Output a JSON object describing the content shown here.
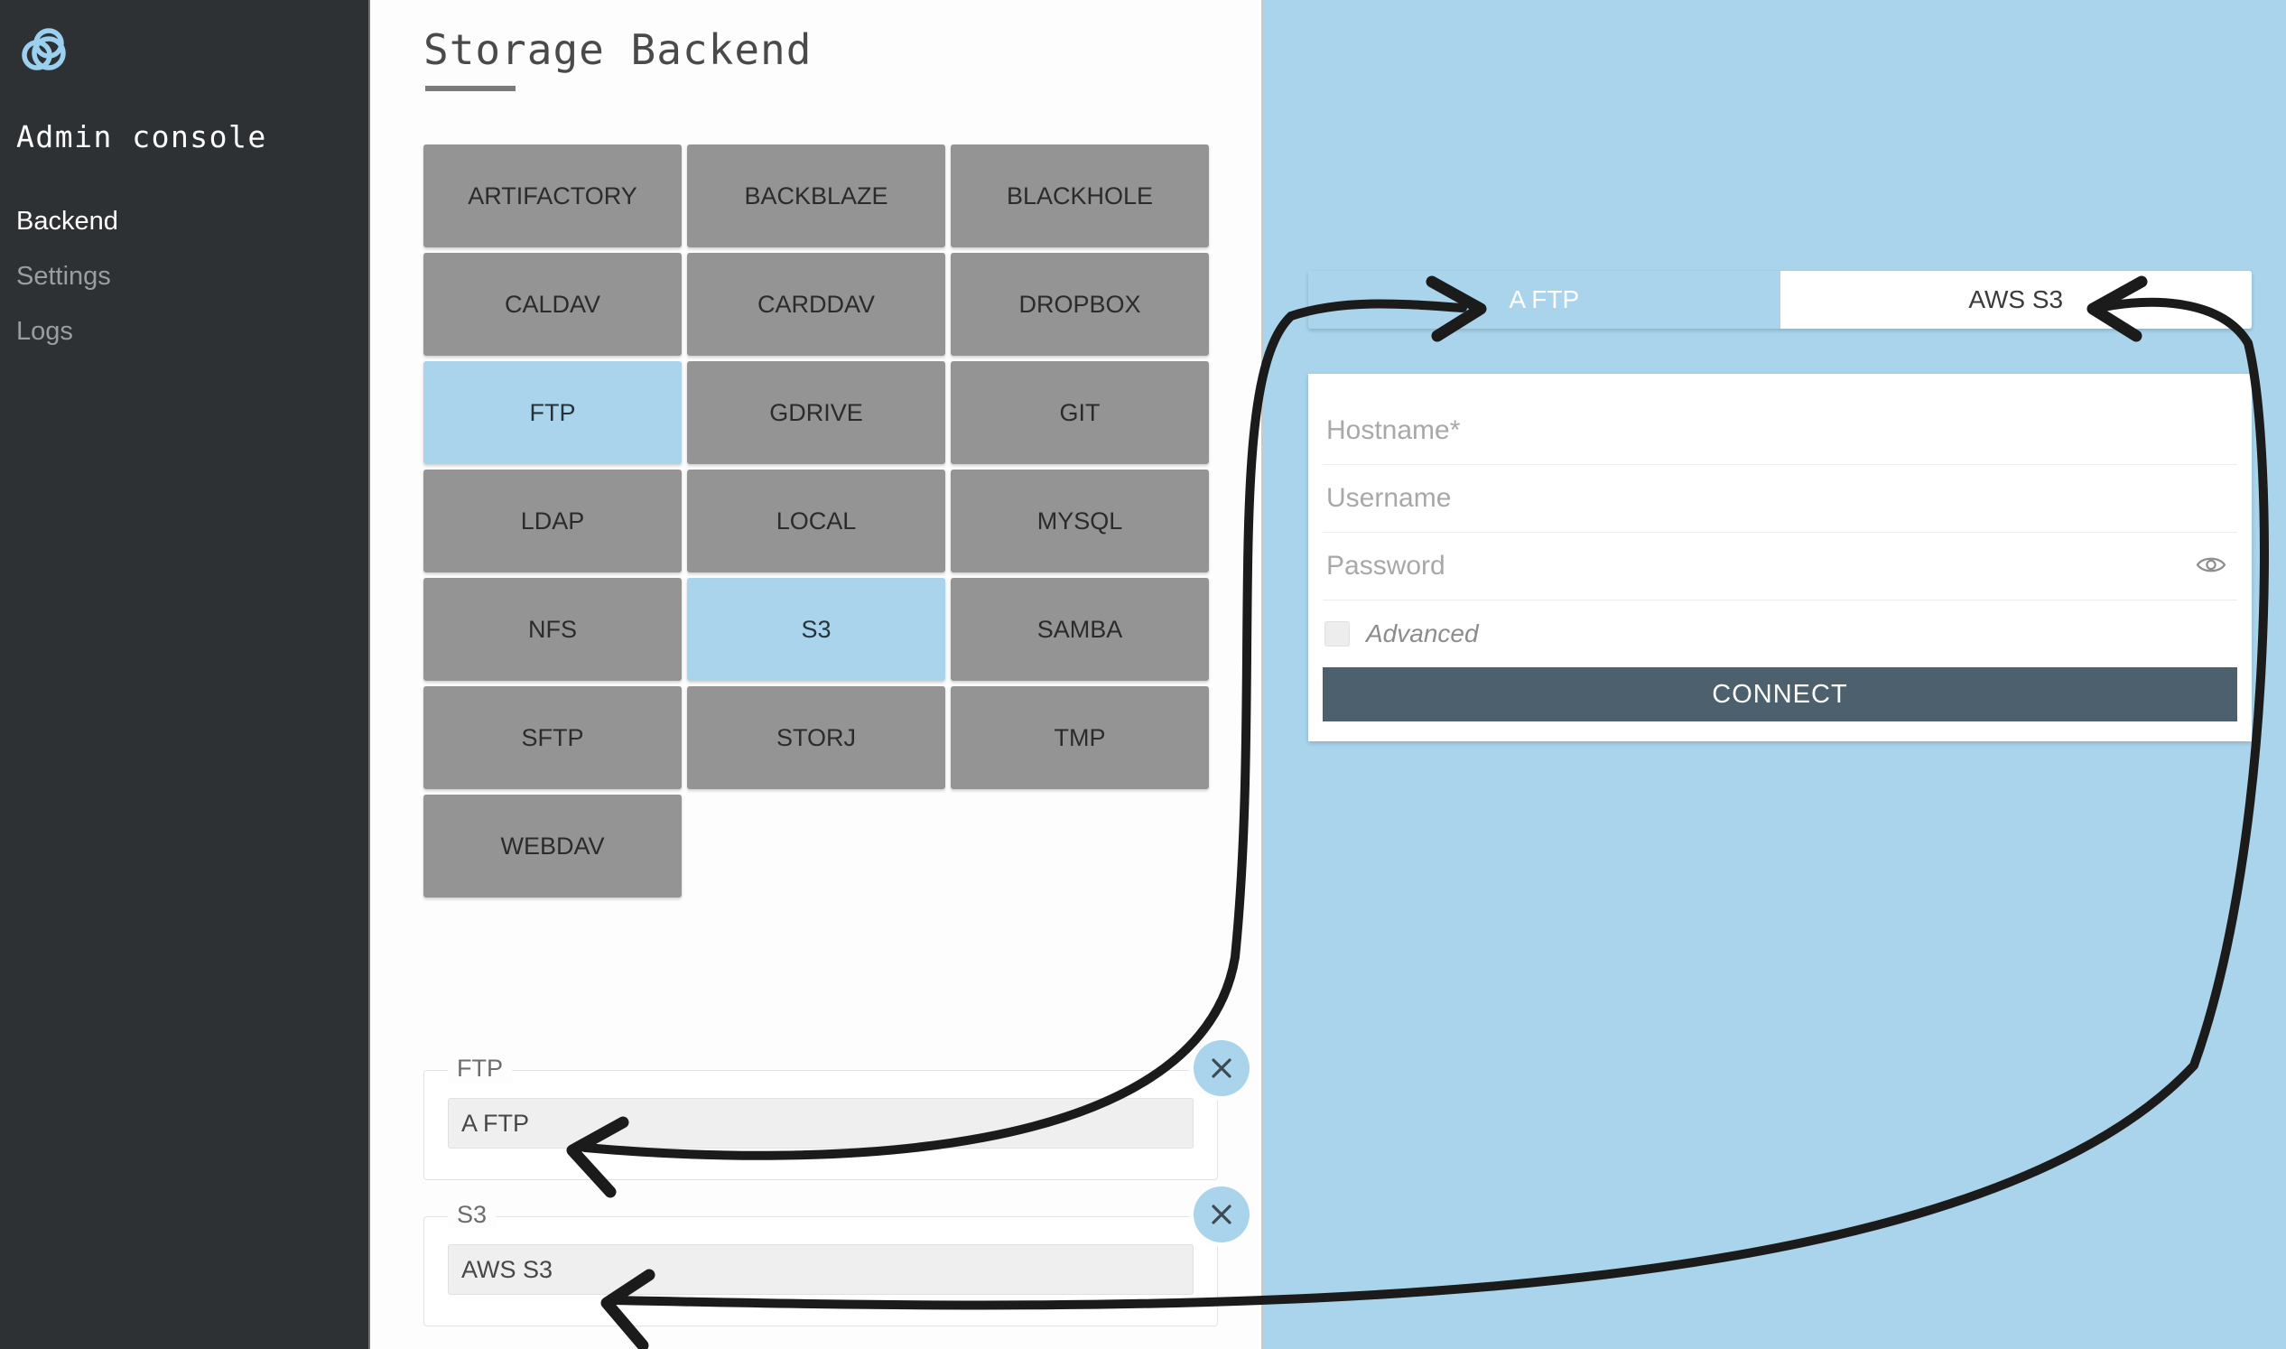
{
  "sidebar": {
    "logo_icon": "cloud-icon",
    "brand": "Admin console",
    "items": [
      {
        "label": "Backend",
        "active": true
      },
      {
        "label": "Settings",
        "active": false
      },
      {
        "label": "Logs",
        "active": false
      }
    ]
  },
  "main": {
    "title": "Storage Backend",
    "tiles": [
      {
        "label": "ARTIFACTORY",
        "selected": false
      },
      {
        "label": "BACKBLAZE",
        "selected": false
      },
      {
        "label": "BLACKHOLE",
        "selected": false
      },
      {
        "label": "CALDAV",
        "selected": false
      },
      {
        "label": "CARDDAV",
        "selected": false
      },
      {
        "label": "DROPBOX",
        "selected": false
      },
      {
        "label": "FTP",
        "selected": true
      },
      {
        "label": "GDRIVE",
        "selected": false
      },
      {
        "label": "GIT",
        "selected": false
      },
      {
        "label": "LDAP",
        "selected": false
      },
      {
        "label": "LOCAL",
        "selected": false
      },
      {
        "label": "MYSQL",
        "selected": false
      },
      {
        "label": "NFS",
        "selected": false
      },
      {
        "label": "S3",
        "selected": true
      },
      {
        "label": "SAMBA",
        "selected": false
      },
      {
        "label": "SFTP",
        "selected": false
      },
      {
        "label": "STORJ",
        "selected": false
      },
      {
        "label": "TMP",
        "selected": false
      },
      {
        "label": "WEBDAV",
        "selected": false
      }
    ],
    "fieldsets": [
      {
        "legend": "FTP",
        "value": "A FTP",
        "close_icon": "close-icon"
      },
      {
        "legend": "S3",
        "value": "AWS S3",
        "close_icon": "close-icon"
      }
    ]
  },
  "panel": {
    "tabs": [
      {
        "label": "A FTP",
        "active": true
      },
      {
        "label": "AWS S3",
        "active": false
      }
    ],
    "form": {
      "hostname": {
        "placeholder": "Hostname*",
        "value": ""
      },
      "username": {
        "placeholder": "Username",
        "value": ""
      },
      "password": {
        "placeholder": "Password",
        "value": "",
        "reveal_icon": "eye-icon"
      },
      "advanced": {
        "label": "Advanced",
        "checked": false
      },
      "submit": "CONNECT"
    }
  },
  "colors": {
    "sidebar_bg": "#2d3134",
    "accent_blue": "#a9d4ec",
    "tile_gray": "#949494",
    "connect_dark": "#4c606e"
  }
}
